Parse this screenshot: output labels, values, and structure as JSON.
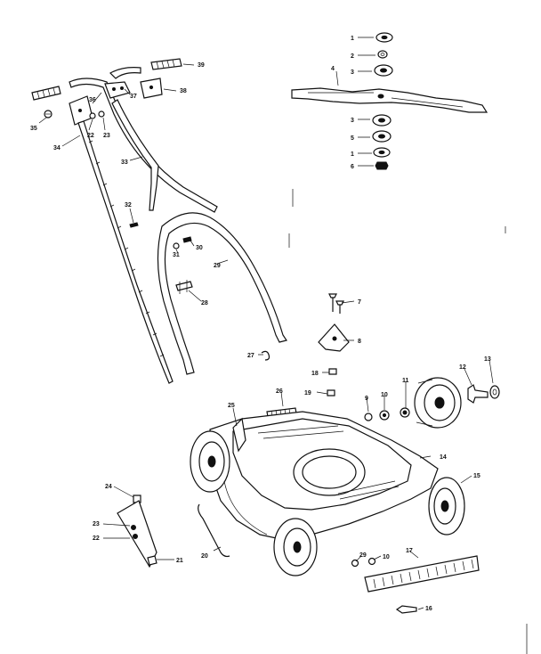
{
  "callouts": {
    "p1a": "1",
    "p2": "2",
    "p3": "3",
    "p4": "4",
    "p3b": "3",
    "p5": "5",
    "p1b": "1",
    "p6": "6",
    "p39": "39",
    "p38": "38",
    "p37": "37",
    "p36": "36",
    "p35": "35",
    "p22a": "22",
    "p23a": "23",
    "p34": "34",
    "p33": "33",
    "p32": "32",
    "p30": "30",
    "p31": "31",
    "p29a": "29",
    "p28": "28",
    "p7": "7",
    "p8": "8",
    "p27": "27",
    "p18a": "18",
    "p19": "19",
    "p26": "26",
    "p9": "9",
    "p10a": "10",
    "p11": "11",
    "p12": "12",
    "p13": "13",
    "p25": "25",
    "p14": "14",
    "p15": "15",
    "p24": "24",
    "p23b": "23",
    "p22b": "22",
    "p21": "21",
    "p20": "20",
    "p29b": "29",
    "p10b": "10",
    "p17": "17",
    "p16": "16"
  }
}
